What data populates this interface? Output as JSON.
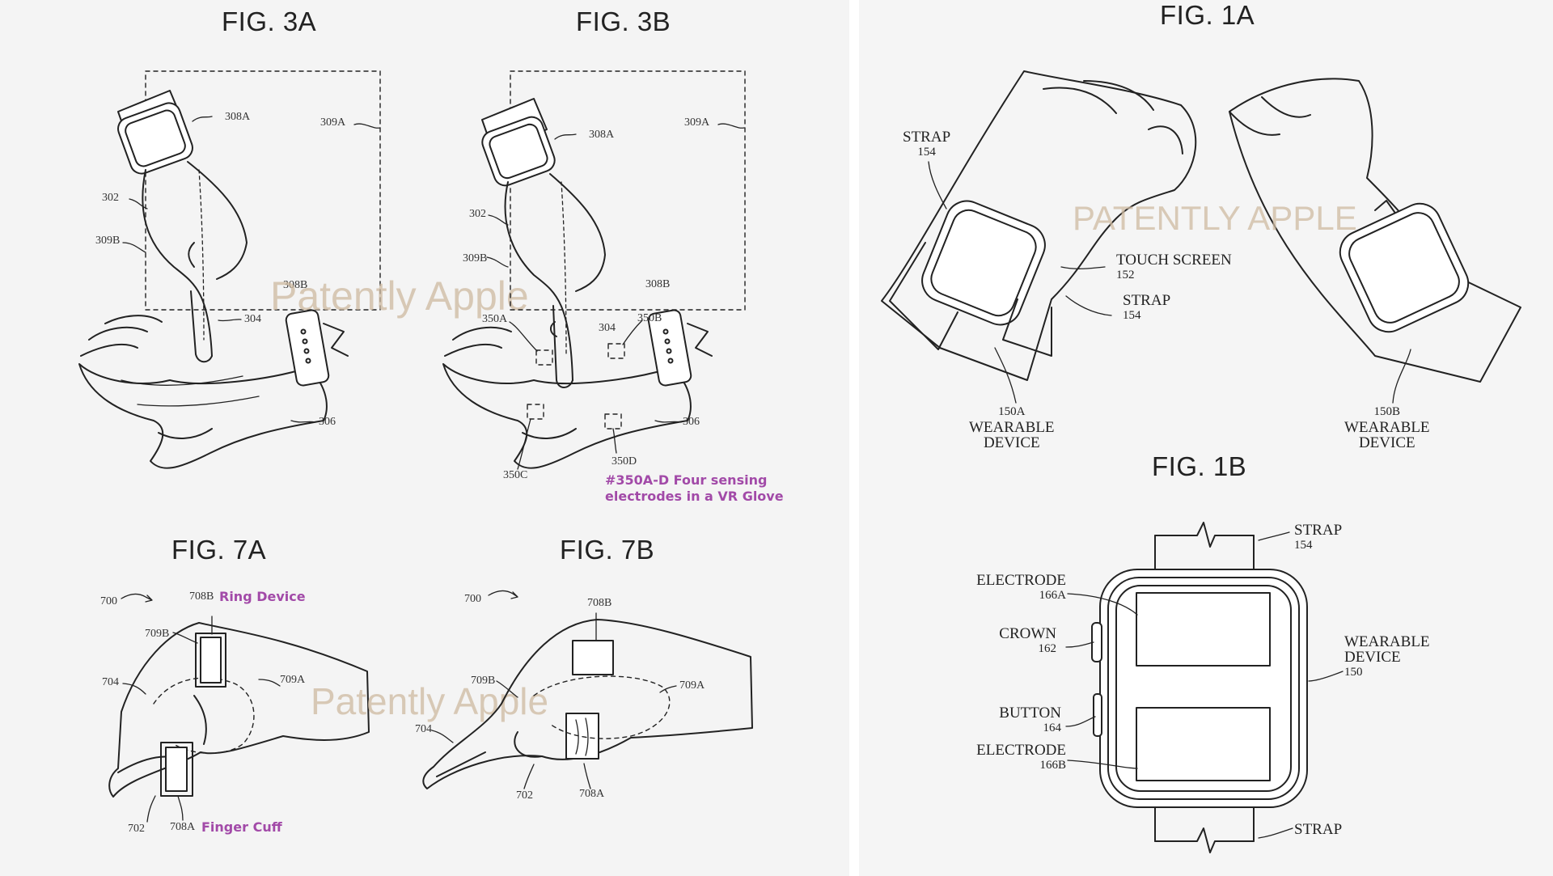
{
  "figures": {
    "fig3a": {
      "title": "FIG. 3A",
      "refs": {
        "r308A": "308A",
        "r309A": "309A",
        "r302": "302",
        "r309B": "309B",
        "r308B": "308B",
        "r304": "304",
        "r306": "306"
      }
    },
    "fig3b": {
      "title": "FIG. 3B",
      "refs": {
        "r308A": "308A",
        "r309A": "309A",
        "r302": "302",
        "r309B": "309B",
        "r308B": "308B",
        "r350A": "350A",
        "r350B": "350B",
        "r304": "304",
        "r306": "306",
        "r350D": "350D",
        "r350C": "350C"
      },
      "annotation_line1": "#350A-D Four sensing",
      "annotation_line2": "electrodes in a VR Glove"
    },
    "fig7a": {
      "title": "FIG. 7A",
      "refs": {
        "r700": "700",
        "r708B": "708B",
        "r709B": "709B",
        "r704": "704",
        "r709A": "709A",
        "r702": "702",
        "r708A": "708A"
      },
      "ring_label": "Ring Device",
      "cuff_label": "Finger Cuff"
    },
    "fig7b": {
      "title": "FIG. 7B",
      "refs": {
        "r700": "700",
        "r708B": "708B",
        "r709B": "709B",
        "r709A": "709A",
        "r704": "704",
        "r702": "702",
        "r708A": "708A"
      }
    },
    "fig1a": {
      "title": "FIG. 1A",
      "strap_left": "STRAP",
      "strap_left_num": "154",
      "touch_screen": "TOUCH SCREEN",
      "touch_screen_num": "152",
      "strap_mid": "STRAP",
      "strap_mid_num": "154",
      "device_a_num": "150A",
      "device_a_l1": "WEARABLE",
      "device_a_l2": "DEVICE",
      "device_b_num": "150B",
      "device_b_l1": "WEARABLE",
      "device_b_l2": "DEVICE"
    },
    "fig1b": {
      "title": "FIG. 1B",
      "strap_top": "STRAP",
      "strap_top_num": "154",
      "electrode_a": "ELECTRODE",
      "electrode_a_num": "166A",
      "crown": "CROWN",
      "crown_num": "162",
      "wearable_l1": "WEARABLE",
      "wearable_l2": "DEVICE",
      "wearable_num": "150",
      "button": "BUTTON",
      "button_num": "164",
      "electrode_b": "ELECTRODE",
      "electrode_b_num": "166B",
      "strap_bottom": "STRAP"
    }
  },
  "watermarks": {
    "left_top": "Patently Apple",
    "left_bottom": "Patently Apple",
    "right": "PATENTLY APPLE"
  },
  "colors": {
    "annotation": "#a24aa8",
    "ring_highlight": "#e07b1a",
    "cuff_highlight": "#2e9a3e",
    "electrode_fill": "#f7eeaa"
  }
}
